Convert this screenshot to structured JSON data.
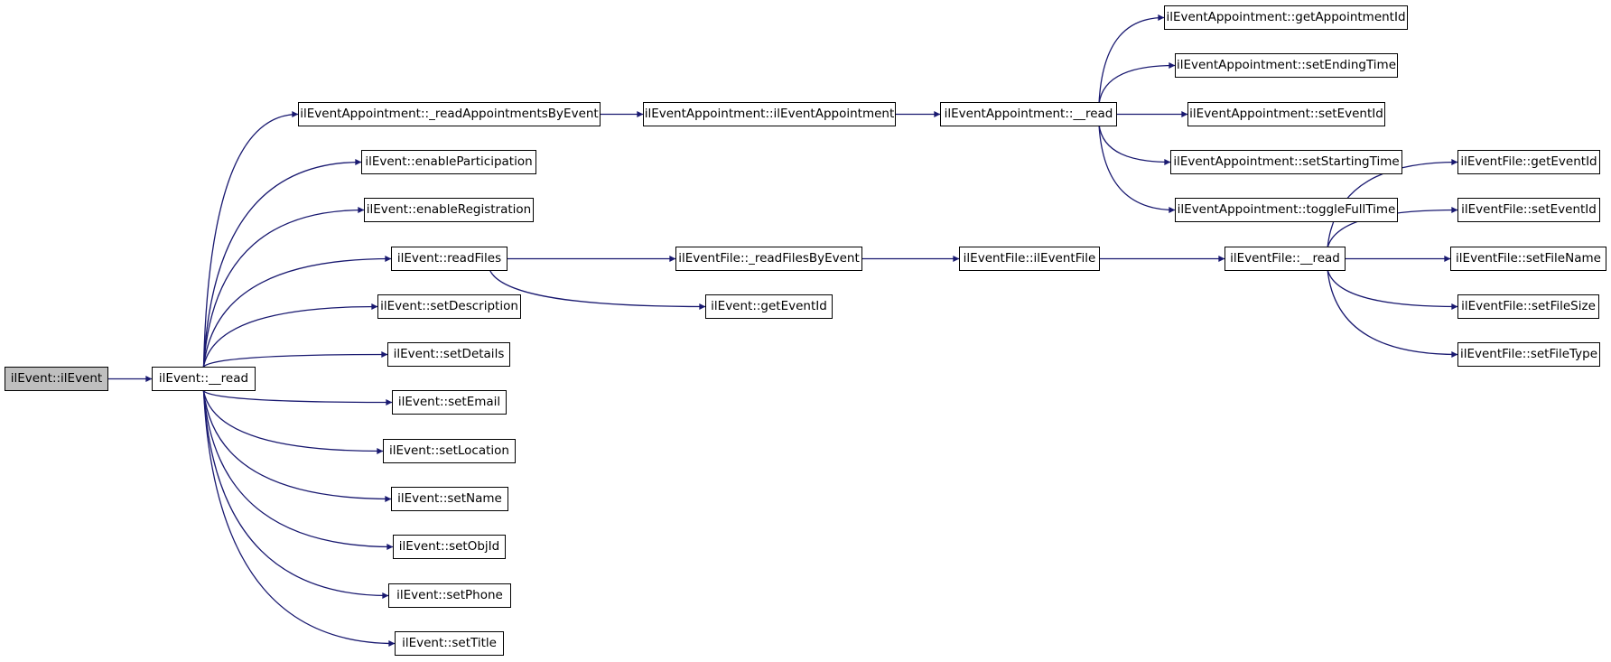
{
  "colors": {
    "edge": "#191970",
    "node_border": "#000000",
    "node_fill": "#ffffff",
    "root_fill": "#bfbfbf"
  },
  "nodes": {
    "n_ilevent": "ilEvent::ilEvent",
    "n_read": "ilEvent::__read",
    "n_readappt": "ilEventAppointment::_readAppointmentsByEvent",
    "n_appt_ctor": "ilEventAppointment::ilEventAppointment",
    "n_appt_read": "ilEventAppointment::__read",
    "n_getapptid": "ilEventAppointment::getAppointmentId",
    "n_setending": "ilEventAppointment::setEndingTime",
    "n_appt_seteventid": "ilEventAppointment::setEventId",
    "n_setstarting": "ilEventAppointment::setStartingTime",
    "n_togglefull": "ilEventAppointment::toggleFullTime",
    "n_enablepart": "ilEvent::enableParticipation",
    "n_enablereg": "ilEvent::enableRegistration",
    "n_readfiles": "ilEvent::readFiles",
    "n_readfilesbyevent": "ilEventFile::_readFilesByEvent",
    "n_ev_geteventid": "ilEvent::getEventId",
    "n_file_ctor": "ilEventFile::ilEventFile",
    "n_file_read": "ilEventFile::__read",
    "n_file_geteventid": "ilEventFile::getEventId",
    "n_file_seteventid": "ilEventFile::setEventId",
    "n_setfilename": "ilEventFile::setFileName",
    "n_setfilesize": "ilEventFile::setFileSize",
    "n_setfiletype": "ilEventFile::setFileType",
    "n_setdescription": "ilEvent::setDescription",
    "n_setdetails": "ilEvent::setDetails",
    "n_setemail": "ilEvent::setEmail",
    "n_setlocation": "ilEvent::setLocation",
    "n_setname": "ilEvent::setName",
    "n_setobjid": "ilEvent::setObjId",
    "n_setphone": "ilEvent::setPhone",
    "n_settitle": "ilEvent::setTitle"
  },
  "edges": [
    [
      "n_ilevent",
      "n_read"
    ],
    [
      "n_read",
      "n_readappt"
    ],
    [
      "n_read",
      "n_enablepart"
    ],
    [
      "n_read",
      "n_enablereg"
    ],
    [
      "n_read",
      "n_readfiles"
    ],
    [
      "n_read",
      "n_setdescription"
    ],
    [
      "n_read",
      "n_setdetails"
    ],
    [
      "n_read",
      "n_setemail"
    ],
    [
      "n_read",
      "n_setlocation"
    ],
    [
      "n_read",
      "n_setname"
    ],
    [
      "n_read",
      "n_setobjid"
    ],
    [
      "n_read",
      "n_setphone"
    ],
    [
      "n_read",
      "n_settitle"
    ],
    [
      "n_readappt",
      "n_appt_ctor"
    ],
    [
      "n_appt_ctor",
      "n_appt_read"
    ],
    [
      "n_appt_read",
      "n_getapptid"
    ],
    [
      "n_appt_read",
      "n_setending"
    ],
    [
      "n_appt_read",
      "n_appt_seteventid"
    ],
    [
      "n_appt_read",
      "n_setstarting"
    ],
    [
      "n_appt_read",
      "n_togglefull"
    ],
    [
      "n_readfiles",
      "n_readfilesbyevent"
    ],
    [
      "n_readfiles",
      "n_ev_geteventid"
    ],
    [
      "n_readfilesbyevent",
      "n_file_ctor"
    ],
    [
      "n_file_ctor",
      "n_file_read"
    ],
    [
      "n_file_read",
      "n_file_geteventid"
    ],
    [
      "n_file_read",
      "n_file_seteventid"
    ],
    [
      "n_file_read",
      "n_setfilename"
    ],
    [
      "n_file_read",
      "n_setfilesize"
    ],
    [
      "n_file_read",
      "n_setfiletype"
    ]
  ]
}
